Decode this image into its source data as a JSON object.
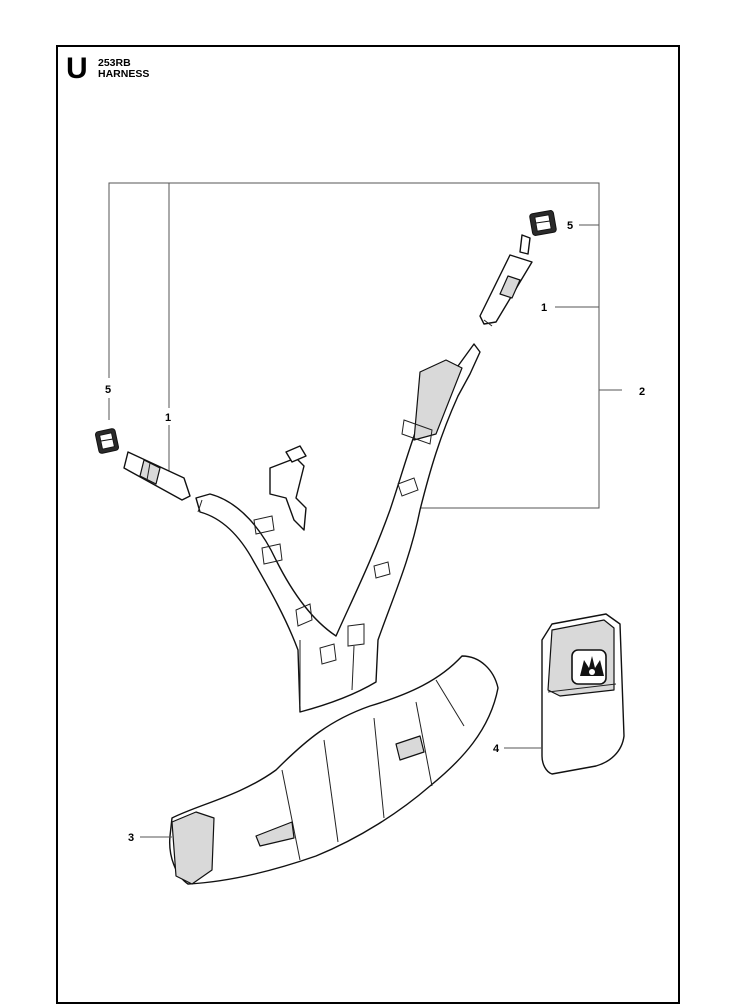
{
  "header": {
    "section_letter": "U",
    "model": "253RB",
    "title": "HARNESS"
  },
  "callouts": {
    "strap_buckle_left": "5",
    "strap_clip_left": "1",
    "strap_buckle_right": "5",
    "strap_clip_right": "1",
    "shoulder_strap_assembly": "2",
    "hip_pad": "3",
    "back_pad": "4"
  },
  "logo": {
    "brand_mark": "husqvarna-crown-icon"
  }
}
